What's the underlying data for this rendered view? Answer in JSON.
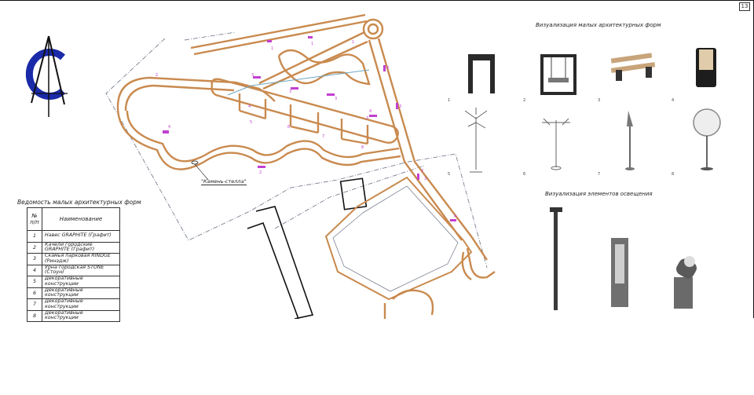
{
  "stamp": "13",
  "maf_visual_title": "Визуализация малых архитектурных форм",
  "lighting_visual_title": "Визуализация элементов освещения",
  "table": {
    "title": "Ведомость малых архитектурных форм",
    "header_num": "№ п/п",
    "header_name": "Наименование",
    "rows": [
      {
        "num": "1",
        "name": "Навес GRAPHITE (Графит)"
      },
      {
        "num": "2",
        "name": "Качели городские GRAPHITE (Графит)"
      },
      {
        "num": "3",
        "name": "Скамья парковая RINDGE (Ринэдж)"
      },
      {
        "num": "4",
        "name": "Урна городская STONE (Стоун)"
      },
      {
        "num": "5",
        "name": "Декоративные конструкции"
      },
      {
        "num": "6",
        "name": "Декоративные конструкции"
      },
      {
        "num": "7",
        "name": "Декоративные конструкции"
      },
      {
        "num": "8",
        "name": "Декоративные конструкции"
      }
    ]
  },
  "plan_label": "\"Камень-стелла\"",
  "plan_markers": [
    "1",
    "1",
    "1",
    "2",
    "3",
    "3",
    "3",
    "3",
    "3",
    "3",
    "4",
    "4",
    "4",
    "5",
    "6",
    "7",
    "8",
    "2",
    "2",
    "3",
    "4"
  ],
  "maf_numbers": [
    "1",
    "2",
    "3",
    "4",
    "5",
    "6",
    "7",
    "8"
  ],
  "colors": {
    "path": "#c98a4f",
    "marker": "#c23fd1",
    "logo_blue": "#1a2aa8",
    "building": "#111111"
  }
}
